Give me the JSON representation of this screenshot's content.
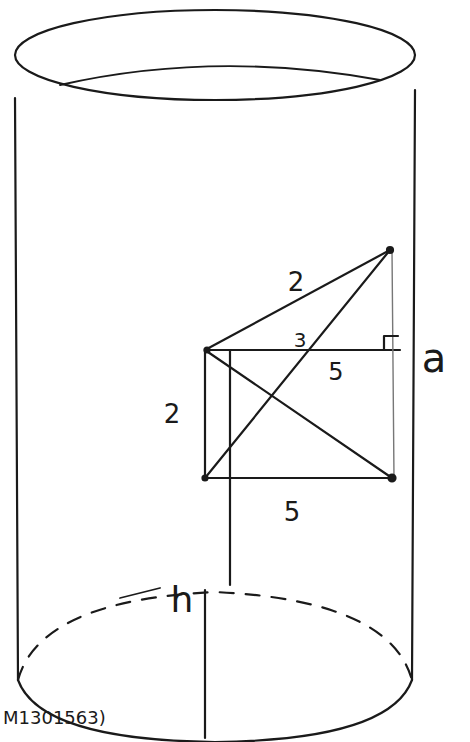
{
  "diagram": {
    "labels": [
      "2",
      "2",
      "3",
      "5",
      "5",
      "a",
      "h",
      "M1301563)"
    ]
  }
}
